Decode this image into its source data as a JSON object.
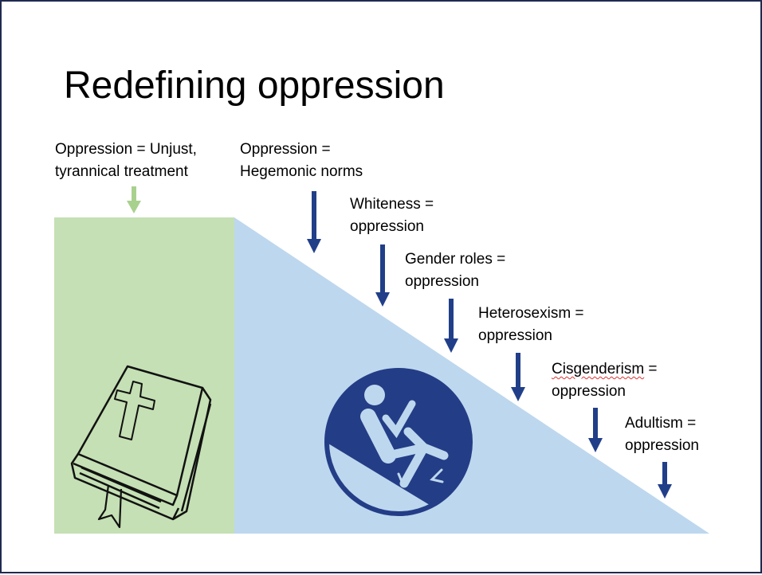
{
  "slide": {
    "title": "Redefining oppression",
    "colors": {
      "green_panel": "#c5e0b4",
      "blue_slope": "#bdd7ee",
      "arrow_dark": "#213f89",
      "arrow_light": "#a9d18e",
      "icon_circle": "#233d87"
    },
    "labels": [
      {
        "line1": "Oppression = Unjust,",
        "line2": "tyrannical treatment"
      },
      {
        "line1": "Oppression =",
        "line2": "Hegemonic norms"
      },
      {
        "line1": "Whiteness =",
        "line2": "oppression"
      },
      {
        "line1": "Gender roles =",
        "line2": "oppression"
      },
      {
        "line1": "Heterosexism =",
        "line2": "oppression"
      },
      {
        "line1a": "Cisgenderism",
        "line1b": " =",
        "line2": "oppression"
      },
      {
        "line1": "Adultism =",
        "line2": "oppression"
      }
    ],
    "icons": [
      "bible-book-icon",
      "slipping-person-icon"
    ]
  }
}
